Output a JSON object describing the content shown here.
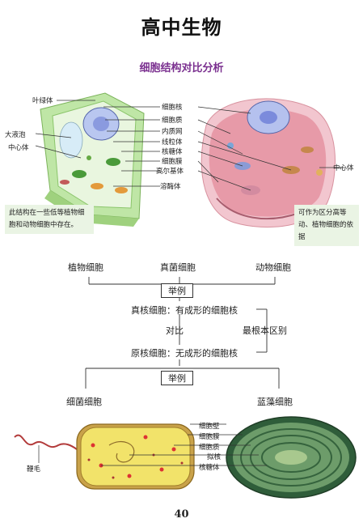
{
  "title": "高中生物",
  "subtitle": "细胞结构对比分析",
  "plant_cell": {
    "labels": {
      "chloroplast": "叶绿体",
      "vacuole": "大液泡",
      "centrosome": "中心体"
    },
    "note": "此结构在一些低等植物细胞和动物细胞中存在。"
  },
  "center_labels": [
    "细胞核",
    "细胞质",
    "内质网",
    "线粒体",
    "核糖体",
    "细胞膜",
    "高尔基体",
    "溶酶体"
  ],
  "animal_cell": {
    "centrosome": "中心体",
    "note": "可作为区分高等动、植物细胞的依据"
  },
  "tree": {
    "plant_cell": "植物细胞",
    "fungus_cell": "真菌细胞",
    "animal_cell": "动物细胞",
    "example_top": "举例",
    "eukaryote": "真核细胞：有成形的细胞核",
    "compare": "对比",
    "fundamental_difference": "最根本区别",
    "prokaryote": "原核细胞：无成形的细胞核",
    "example_bottom": "举例",
    "bacteria": "细菌细胞",
    "cyanobacteria": "蓝藻细胞"
  },
  "bacteria_labels": {
    "flagellum": "鞭毛",
    "wall": "细胞壁",
    "membrane": "细胞膜",
    "cytoplasm": "细胞质",
    "nucleoid": "拟核",
    "ribosome": "核糖体"
  },
  "page_number": "40"
}
